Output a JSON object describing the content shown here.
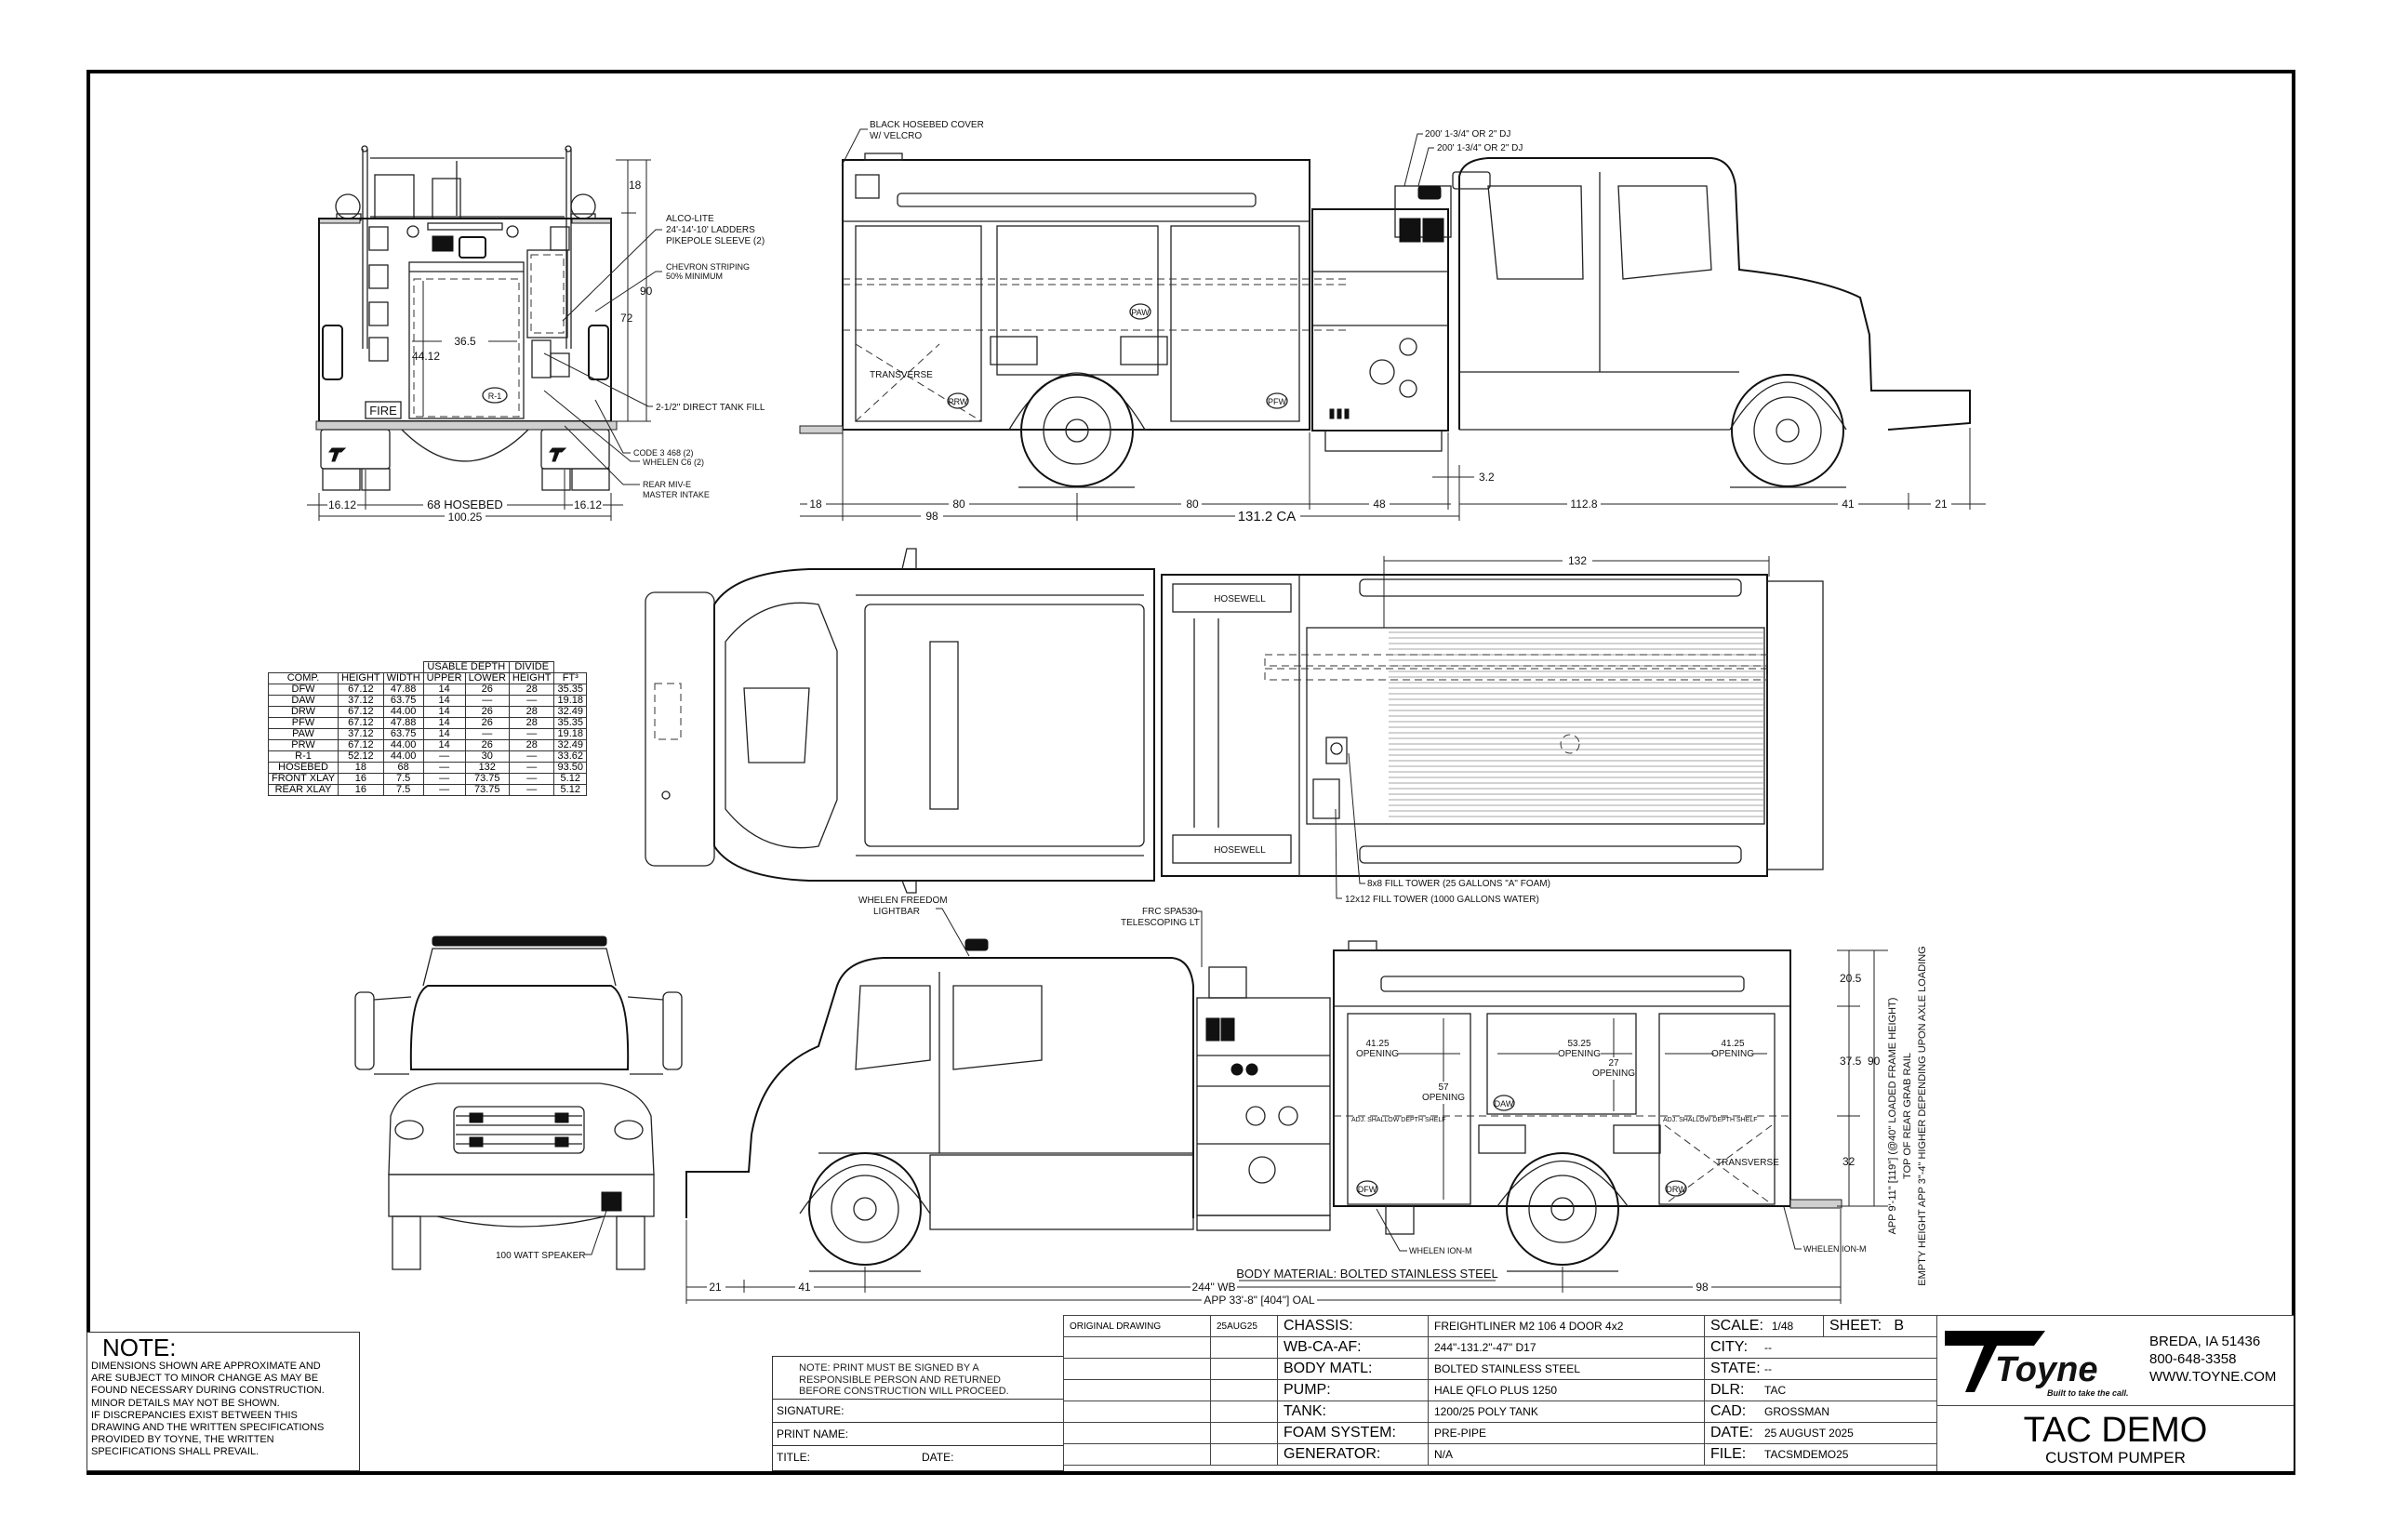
{
  "rear_view": {
    "labels": {
      "alco_1": "ALCO-LITE",
      "alco_2": "24'-14'-10' LADDERS",
      "alco_3": "PIKEPOLE SLEEVE (2)",
      "chevron_1": "CHEVRON STRIPING",
      "chevron_2": "50% MINIMUM",
      "tank_fill": "2-1/2\" DIRECT TANK FILL",
      "code3": "CODE 3 468 (2)",
      "whelen_c6": "WHELEN C6 (2)",
      "miv_1": "REAR MIV-E",
      "miv_2": "MASTER INTAKE",
      "fire": "FIRE",
      "r1": "R-1"
    },
    "dims": {
      "d18": "18",
      "d72": "72",
      "d90": "90",
      "d36_5": "36.5",
      "d44_12": "44.12",
      "left": "16.12",
      "hosebed": "68 HOSEBED",
      "right": "16.12",
      "overall": "100.25"
    }
  },
  "side_view_driver": {
    "labels": {
      "cover_1": "BLACK HOSEBED COVER",
      "cover_2": "W/ VELCRO",
      "dj_1": "200' 1-3/4\" OR 2\" DJ",
      "dj_2": "200' 1-3/4\" OR 2\" DJ",
      "paw": "PAW",
      "prw": "PRW",
      "pfw": "PFW",
      "transverse": "TRANSVERSE"
    },
    "dims": {
      "d18": "18",
      "d80a": "80",
      "d80b": "80",
      "d48": "48",
      "d112_8": "112.8",
      "d41": "41",
      "d21": "21",
      "d3_2": "3.2",
      "d98": "98",
      "ca": "131.2 CA"
    }
  },
  "plan_view": {
    "hosewell_top": "HOSEWELL",
    "hosewell_bottom": "HOSEWELL",
    "d132": "132",
    "fill_8x8": "8x8  FILL TOWER (25 GALLONS \"A\" FOAM)",
    "fill_12x12": "12x12  FILL TOWER (1000 GALLONS WATER)",
    "lightbar_1": "WHELEN FREEDOM",
    "lightbar_2": "LIGHTBAR",
    "frc_1": "FRC SPA530",
    "frc_2": "TELESCOPING LT"
  },
  "compartment_table": {
    "group_headers": {
      "usable_depth": "USABLE  DEPTH",
      "divide": "DIVIDE"
    },
    "headers": [
      "COMP.",
      "HEIGHT",
      "WIDTH",
      "UPPER",
      "LOWER",
      "HEIGHT",
      "FT³"
    ],
    "rows": [
      [
        "DFW",
        "67.12",
        "47.88",
        "14",
        "26",
        "28",
        "35.35"
      ],
      [
        "DAW",
        "37.12",
        "63.75",
        "14",
        "—",
        "—",
        "19.18"
      ],
      [
        "DRW",
        "67.12",
        "44.00",
        "14",
        "26",
        "28",
        "32.49"
      ],
      [
        "PFW",
        "67.12",
        "47.88",
        "14",
        "26",
        "28",
        "35.35"
      ],
      [
        "PAW",
        "37.12",
        "63.75",
        "14",
        "—",
        "—",
        "19.18"
      ],
      [
        "PRW",
        "67.12",
        "44.00",
        "14",
        "26",
        "28",
        "32.49"
      ],
      [
        "R-1",
        "52.12",
        "44.00",
        "—",
        "30",
        "—",
        "33.62"
      ],
      [
        "HOSEBED",
        "18",
        "68",
        "—",
        "132",
        "—",
        "93.50"
      ],
      [
        "FRONT  XLAY",
        "16",
        "7.5",
        "—",
        "73.75",
        "—",
        "5.12"
      ],
      [
        "REAR  XLAY",
        "16",
        "7.5",
        "—",
        "73.75",
        "—",
        "5.12"
      ]
    ]
  },
  "front_view": {
    "speaker": "100 WATT SPEAKER"
  },
  "side_view_officer": {
    "labels": {
      "o1": "41.25",
      "o1b": "OPENING",
      "o2": "53.25",
      "o2b": "OPENING",
      "o3": "27",
      "o3b": "OPENING",
      "o4": "57",
      "o4b": "OPENING",
      "o5": "41.25",
      "o5b": "OPENING",
      "shelf_1": "ADJ. SHALLOW DEPTH SHELF",
      "shelf_2": "ADJ. SHALLOW DEPTH SHELF",
      "daw": "DAW",
      "dfw": "DFW",
      "drw": "DRW",
      "transverse": "TRANSVERSE",
      "ion_1": "WHELEN ION-M",
      "ion_2": "WHELEN ION-M",
      "body_material": "BODY MATERIAL: BOLTED STAINLESS STEEL"
    },
    "dims": {
      "d20_5": "20.5",
      "d37_5": "37.5",
      "d32": "32",
      "d90": "90",
      "d21": "21",
      "d41": "41",
      "wb": "244\" WB",
      "d98": "98",
      "oal": "APP 33'-8\" [404\"] OAL"
    },
    "height_note": {
      "line1": "APP  9'-11\"  [119\"]  (@40\"  LOADED  FRAME  HEIGHT)",
      "line2": "TOP  OF  REAR  GRAB  RAIL",
      "line3": "EMPTY  HEIGHT  APP  3\"-4\"  HIGHER  DEPENDING  UPON  AXLE  LOADING"
    }
  },
  "note": {
    "title": "NOTE:",
    "lines": [
      "DIMENSIONS SHOWN ARE APPROXIMATE AND",
      "ARE SUBJECT TO MINOR CHANGE AS MAY BE",
      "FOUND NECESSARY DURING CONSTRUCTION.",
      "MINOR DETAILS MAY NOT BE SHOWN.",
      "IF DISCREPANCIES EXIST BETWEEN THIS",
      "DRAWING AND THE WRITTEN SPECIFICATIONS",
      "PROVIDED BY TOYNE, THE WRITTEN",
      "SPECIFICATIONS SHALL PREVAIL."
    ]
  },
  "signature_block": {
    "note_lines": [
      "NOTE:  PRINT MUST BE SIGNED BY A",
      "RESPONSIBLE PERSON AND RETURNED",
      "BEFORE CONSTRUCTION WILL PROCEED."
    ],
    "signature": "SIGNATURE:",
    "print_name": "PRINT NAME:",
    "title": "TITLE:",
    "date": "DATE:"
  },
  "spec_block": {
    "revision": {
      "label": "ORIGINAL DRAWING",
      "date": "25AUG25"
    },
    "specs": [
      {
        "key": "CHASSIS:",
        "value": "FREIGHTLINER M2 106 4 DOOR 4x2"
      },
      {
        "key": "WB-CA-AF:",
        "value": "244\"-131.2\"-47\"  D17"
      },
      {
        "key": "BODY MATL:",
        "value": "BOLTED STAINLESS STEEL"
      },
      {
        "key": "PUMP:",
        "value": "HALE QFLO PLUS 1250"
      },
      {
        "key": "TANK:",
        "value": "1200/25  POLY TANK"
      },
      {
        "key": "FOAM SYSTEM:",
        "value": "PRE-PIPE"
      },
      {
        "key": "GENERATOR:",
        "value": "N/A"
      }
    ],
    "scale": {
      "key": "SCALE:",
      "value": "1/48"
    },
    "sheet": {
      "key": "SHEET:",
      "value": "B"
    },
    "info": [
      {
        "key": "CITY:",
        "value": "--"
      },
      {
        "key": "STATE:",
        "value": "--"
      },
      {
        "key": "DLR:",
        "value": "TAC"
      },
      {
        "key": "CAD:",
        "value": "GROSSMAN"
      },
      {
        "key": "DATE:",
        "value": "25 AUGUST 2025"
      },
      {
        "key": "FILE:",
        "value": "TACSMDEMO25"
      }
    ]
  },
  "company": {
    "logo_text": "Toyne",
    "tagline": "Built to take the call.",
    "address": "BREDA, IA 51436",
    "phone": "800-648-3358",
    "website": "WWW.TOYNE.COM"
  },
  "project": {
    "title": "TAC DEMO",
    "subtitle": "CUSTOM PUMPER"
  }
}
